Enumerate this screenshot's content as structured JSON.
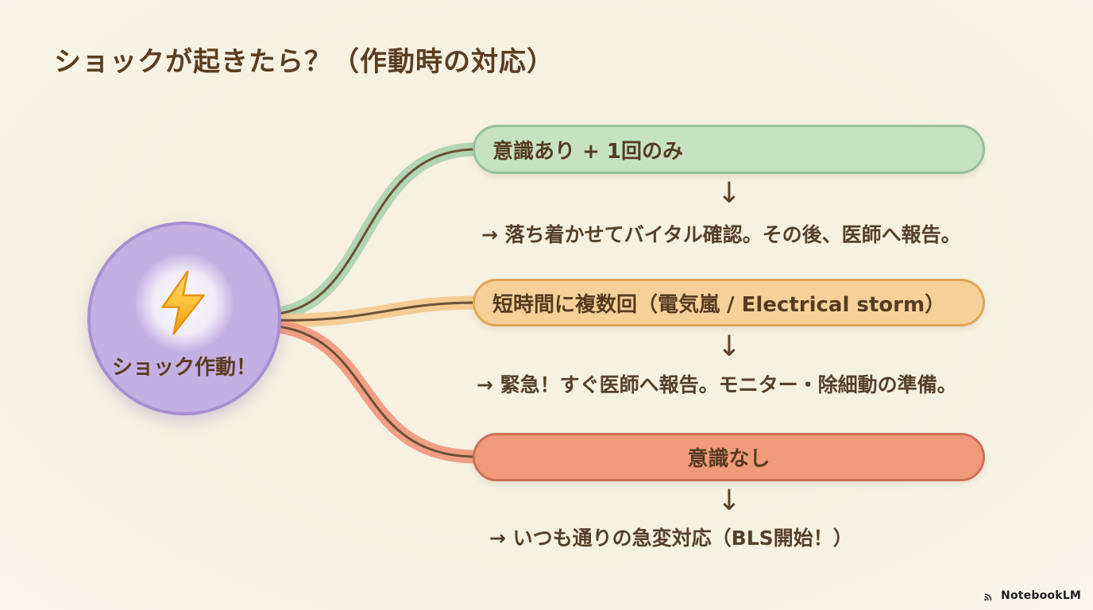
{
  "page": {
    "title": "ショックが起きたら？（作動時の対応）"
  },
  "root_node": {
    "label": "ショック作動！",
    "icon": "lightning-bolt",
    "fill": "#c4afe3",
    "border": "#a98fd2"
  },
  "branches": [
    {
      "label": "意識あり + 1回のみ",
      "detail": "→ 落ち着かせてバイタル確認。その後、医師へ報告。",
      "fill": "#c7e1c3",
      "border": "#97c09b",
      "connector": "#aed3b0"
    },
    {
      "label": "短時間に複数回（電気嵐 / Electrical storm）",
      "detail": "→ 緊急！すぐ医師へ報告。モニター・除細動の準備。",
      "fill": "#f7d099",
      "border": "#dfa758",
      "connector": "#f4c98f"
    },
    {
      "label": "意識なし",
      "detail": "→ いつも通りの急変対応（BLS開始！）",
      "fill": "#f19a7b",
      "border": "#cc7058",
      "connector": "#f0997f"
    }
  ],
  "glyphs": {
    "down_arrow": "↓"
  },
  "colors": {
    "background": "#f7f2e4",
    "title_text": "#5a3e21",
    "body_text": "#56402a",
    "connector_center_line": "#6b5134"
  },
  "footer": {
    "brand": "NotebookLM"
  }
}
